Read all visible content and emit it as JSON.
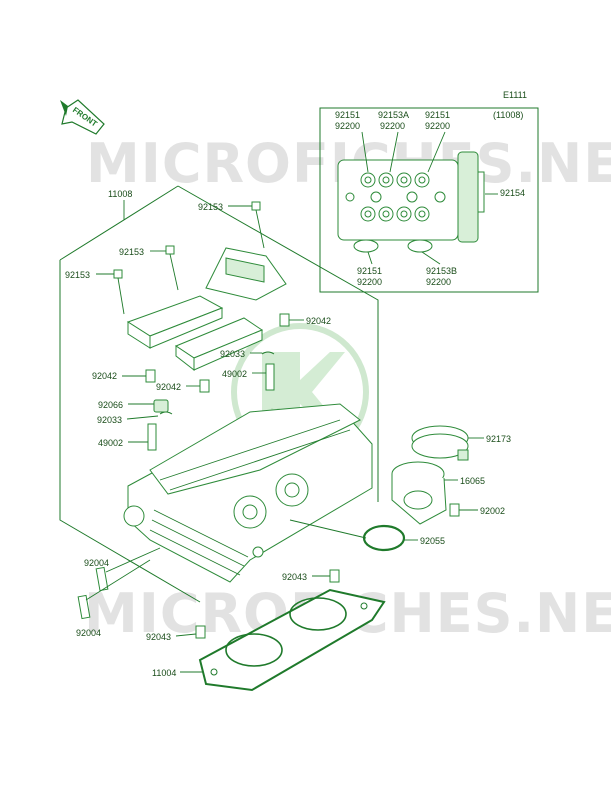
{
  "diagram_code": "E1111",
  "front_label": "FRONT",
  "watermark_top": "MICROFICHES.NET",
  "watermark_bottom": "MICROFICHES.NET",
  "logo_text": "Kawasaki",
  "parts": {
    "p11008_main": "11008",
    "p11008_inset": "(11008)",
    "p92151_a": "92151",
    "p92200_a": "92200",
    "p92153A": "92153A",
    "p92200_b": "92200",
    "p92151_b": "92151",
    "p92200_c": "92200",
    "p92154": "92154",
    "p92151_c": "92151",
    "p92200_d": "92200",
    "p92153B": "92153B",
    "p92200_e": "92200",
    "p92153_top": "92153",
    "p92153_mid": "92153",
    "p92153_left": "92153",
    "p92042_right": "92042",
    "p92033_right": "92033",
    "p49002_right": "49002",
    "p92042_left": "92042",
    "p92042_center": "92042",
    "p92066": "92066",
    "p92033_left": "92033",
    "p49002_left": "49002",
    "p92173": "92173",
    "p16065": "16065",
    "p92002": "92002",
    "p92055": "92055",
    "p92004_top": "92004",
    "p92043_right": "92043",
    "p92004_bottom": "92004",
    "p92043_left": "92043",
    "p11004": "11004"
  }
}
